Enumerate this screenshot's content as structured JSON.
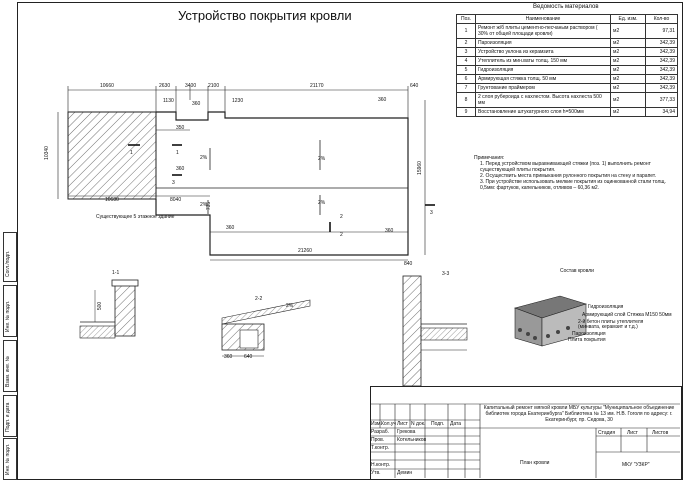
{
  "title": "Устройство покрытия кровли",
  "materials": {
    "heading": "Ведомость материалов",
    "headers": [
      "Поз.",
      "Наименование",
      "Ед. изм.",
      "Кол-во"
    ],
    "rows": [
      [
        "1",
        "Ремонт ж/б плиты цементно-песчаным раствором ( 30% от общей площади кровли)",
        "м2",
        "97,31"
      ],
      [
        "2",
        "Пароизоляция",
        "м2",
        "342,39"
      ],
      [
        "3",
        "Устройство уклона из керамзита",
        "м2",
        "342,39"
      ],
      [
        "4",
        "Утеплитель из мин.ваты толщ. 150 мм",
        "м2",
        "342,39"
      ],
      [
        "5",
        "Гидроизоляция",
        "м2",
        "342,39"
      ],
      [
        "6",
        "Армирующая стяжка толщ. 50 мм",
        "м2",
        "342,39"
      ],
      [
        "7",
        "Грунтование праймером",
        "м2",
        "342,39"
      ],
      [
        "8",
        "2 слоя рубероида с нахлестом. Высота нахлеста 500 мм",
        "м2",
        "377,33"
      ],
      [
        "9",
        "Восстановление штукатурного слоя h=500мм",
        "м2",
        "34,94"
      ]
    ]
  },
  "notes": {
    "heading": "Примечания:",
    "items": [
      "1.  Перед устройством выравнивающей стяжки (поз. 1) выполнить ремонт существующей плиты покрытия.",
      "2.  Осуществить места примыкания рулонного покрытия на стену и парапет.",
      "3.  При устройстве использовать мелкие покрытия из оцинкованной стали толщ. 0,5мм: фартуков, капельников, отливов – 60,36 м2."
    ]
  },
  "plan": {
    "dims_top": [
      "10660",
      "2630",
      "3400",
      "2100",
      "21170",
      "640"
    ],
    "dims_inner": [
      "1130",
      "360",
      "1230",
      "360",
      "350",
      "360"
    ],
    "dims_left": "10340",
    "dims_right": "15960",
    "dims_bottom": [
      "10680",
      "8040",
      "21260",
      "840"
    ],
    "dims_misc": [
      "360",
      "360",
      "735"
    ],
    "slopes": [
      "2%",
      "2%",
      "2%",
      "2%"
    ],
    "section_marks": [
      "1",
      "1",
      "2",
      "2",
      "3",
      "3"
    ],
    "building_label": "Существующее 5 этажное здание"
  },
  "sections": {
    "s1": "1-1",
    "s2": "2-2",
    "s3": "3-3",
    "s1_dim": "500",
    "s2_dims": [
      "360",
      "640"
    ],
    "s2_slope": "2%"
  },
  "roof_comp": {
    "title": "Состав кровли",
    "labels": [
      "Гидроизоляция",
      "Армирующий слой Стяжка М150 50мм",
      "2-й бетон плиты утеплителя",
      "(минвата, керамзит и т.д.)",
      "Пароизоляция",
      "Плита покрытия"
    ]
  },
  "side_labels": [
    "Согл./подп.",
    "Инв. № подл.",
    "Взам. инв. №",
    "Подп. и дата",
    "Инв. № подл."
  ],
  "stamp": {
    "project": "Капитальный ремонт мягкой кровли МБУ культуры \"Муниципальное объединение библиотек города Екатеринбурга\" Библиотека № 13 им. Н.В. Гоголя по адресу: г. Екатеринбург, пр. Седова, 30",
    "col_headers": [
      "Изм.",
      "Кол.уч",
      "Лист",
      "N док.",
      "Подп.",
      "Дата"
    ],
    "roles": [
      "Разраб.",
      "Пров.",
      "Т.контр.",
      "",
      "Н.контр.",
      "Утв."
    ],
    "names": [
      "Грекова",
      "Котельников",
      "",
      "",
      "",
      "Демин"
    ],
    "stage_headers": [
      "Стадия",
      "Лист",
      "Листов"
    ],
    "sheet_title": "План кровли",
    "org": "МКУ \"УЗКР\""
  }
}
